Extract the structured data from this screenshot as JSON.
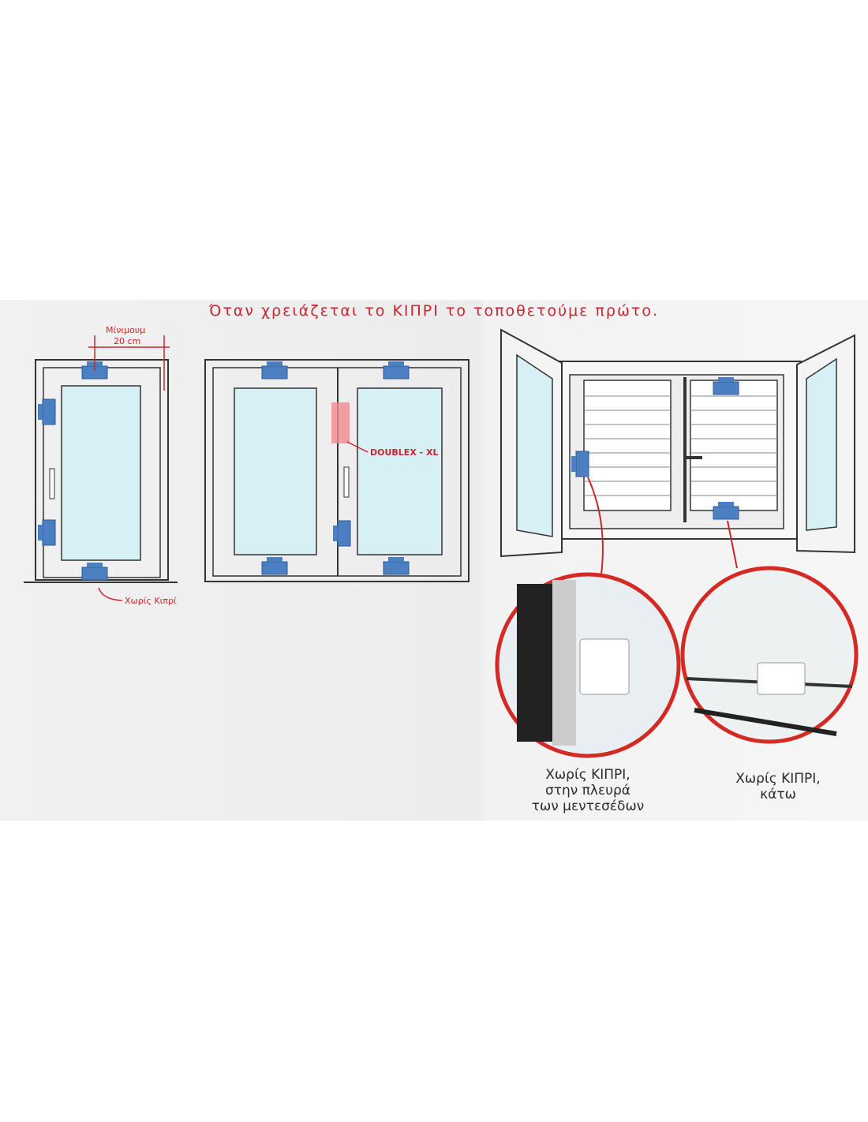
{
  "title": "Όταν χρειάζεται το ΚΙΠΡΙ το τοποθετούμε πρώτο.",
  "dimension": {
    "line1": "Μίνιμουμ",
    "line2": "20 cm"
  },
  "door_label": "Χωρίς Κιπρί",
  "doublex_label": "DOUBLEX - XL",
  "captions": [
    {
      "line1": "Χωρίς ΚΙΠΡΙ,",
      "line2": "στην πλευρά",
      "line3": "των μεντεσέδων"
    },
    {
      "line1": "Χωρίς ΚΙΠΡΙ,",
      "line2": "κάτω"
    }
  ],
  "colors": {
    "accent": "#c8262c",
    "lock": "#4a7fc1",
    "glass": "#d6f0f6"
  }
}
